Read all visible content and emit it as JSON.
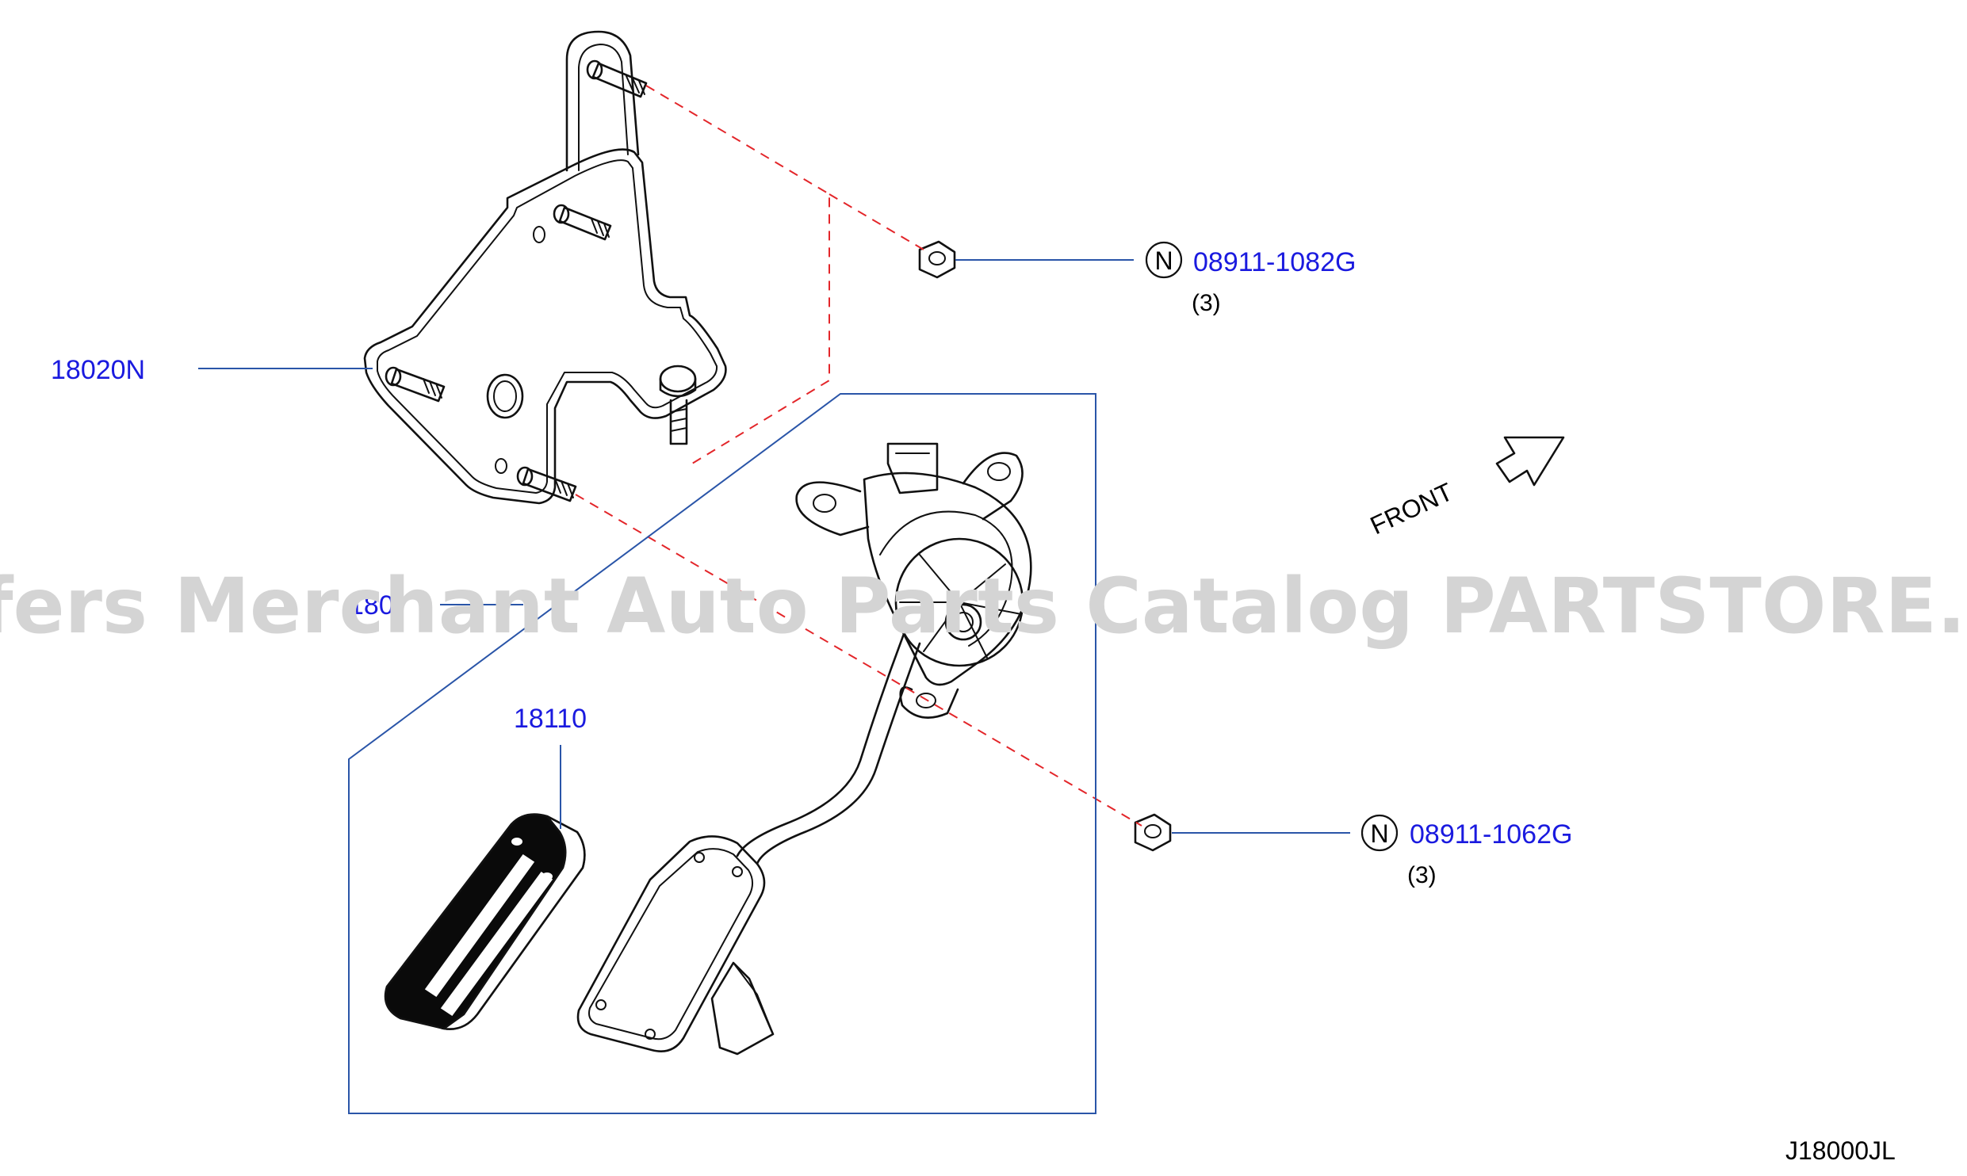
{
  "watermark": "Offers Merchant Auto Parts Catalog PARTSTORE.SA",
  "labels": {
    "bracket": "18020N",
    "pedal_assembly": "180",
    "pedal_pad": "18110",
    "nut_upper": "08911-1082G",
    "nut_upper_qty": "(3)",
    "nut_lower": "08911-1062G",
    "nut_lower_qty": "(3)",
    "nut_symbol": "N",
    "front": "FRONT",
    "diagram_code": "J18000JL"
  },
  "colors": {
    "part_number": "#1a1adf",
    "leader_line": "#2a55a8",
    "dashed_line": "#e3262a",
    "drawing": "#111111",
    "watermark": "#d4d4d4"
  }
}
